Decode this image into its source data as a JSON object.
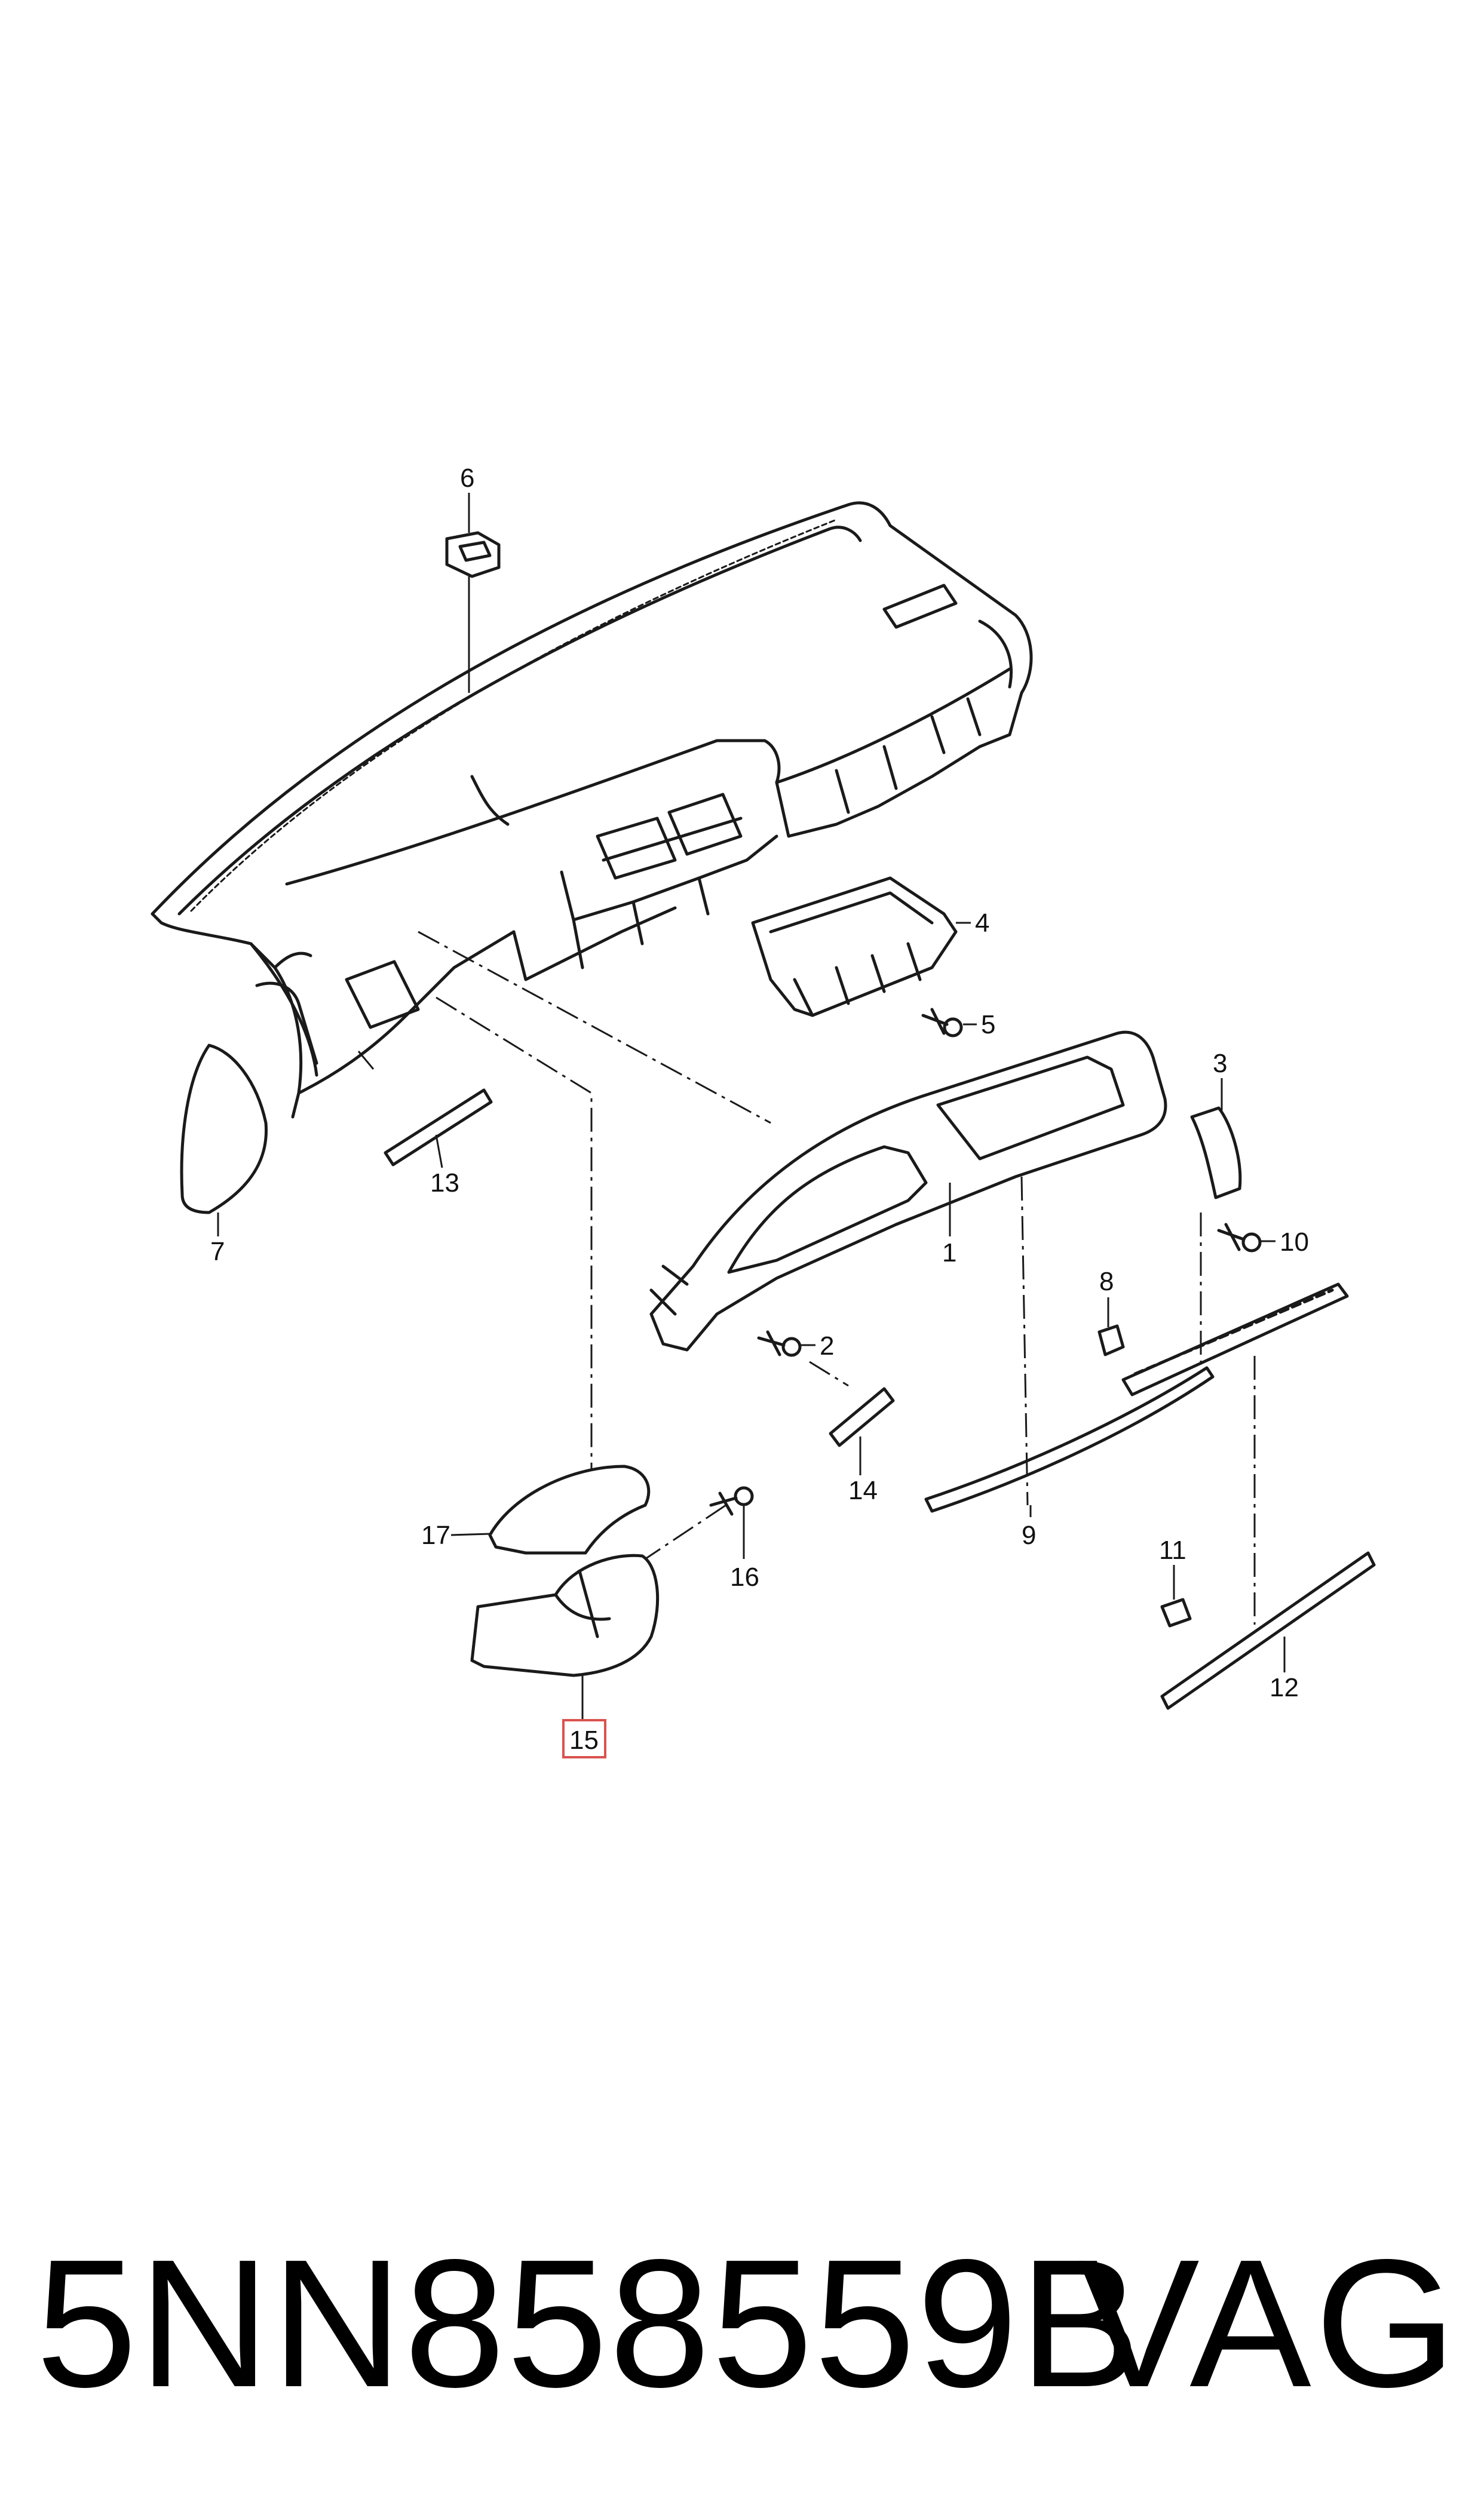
{
  "diagram": {
    "callouts": {
      "c1": "1",
      "c2": "2",
      "c3": "3",
      "c4": "4",
      "c5": "5",
      "c6": "6",
      "c7": "7",
      "c8": "8",
      "c9": "9",
      "c10": "10",
      "c11": "11",
      "c12": "12",
      "c13": "13",
      "c14": "14",
      "c15": "15",
      "c16": "16",
      "c17": "17"
    },
    "highlighted_callout": "15",
    "highlight_color": "#d9534f"
  },
  "footer": {
    "part_number": "5NN858559B",
    "brand": "VAG"
  }
}
